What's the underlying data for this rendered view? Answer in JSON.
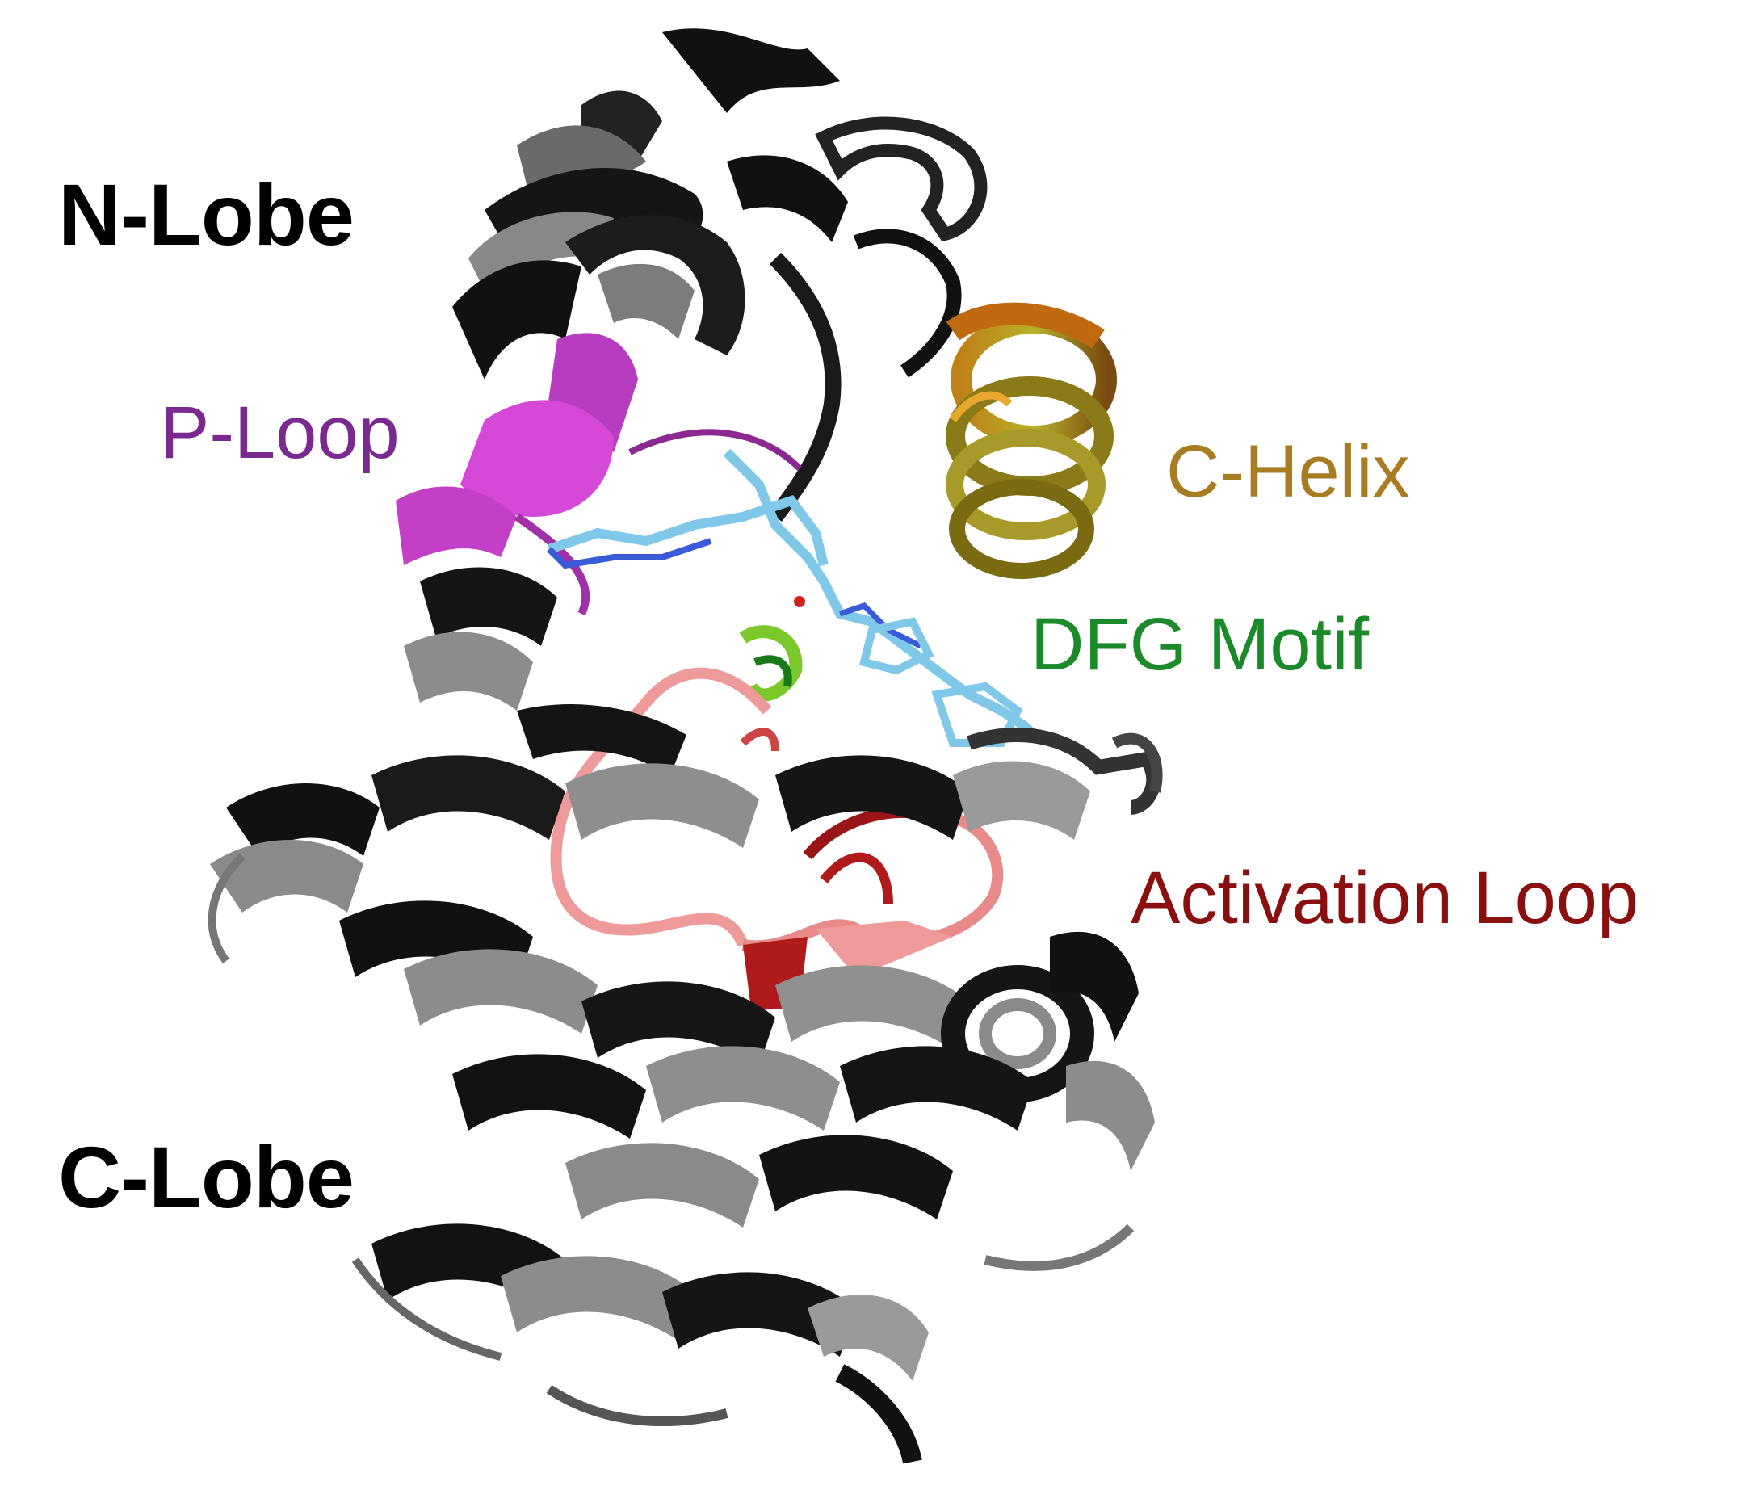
{
  "labels": {
    "n_lobe": "N-Lobe",
    "c_lobe": "C-Lobe",
    "p_loop": "P-Loop",
    "c_helix": "C-Helix",
    "dfg_motif": "DFG Motif",
    "activation_loop": "Activation Loop"
  },
  "colors": {
    "background": "#ffffff",
    "lobe_text": "#000000",
    "p_loop": "#7a2a8e",
    "c_helix": "#a87d22",
    "dfg_motif": "#1a8a2a",
    "activation_loop": "#8a1010",
    "ribbon_dark": "#111111",
    "ribbon_light": "#9a9a9a",
    "p_loop_ribbon": "#d548d8",
    "c_helix_ribbon": "#a06a10",
    "activation_ribbon": "#ee9a9a",
    "ligand": "#7fc8e8"
  }
}
